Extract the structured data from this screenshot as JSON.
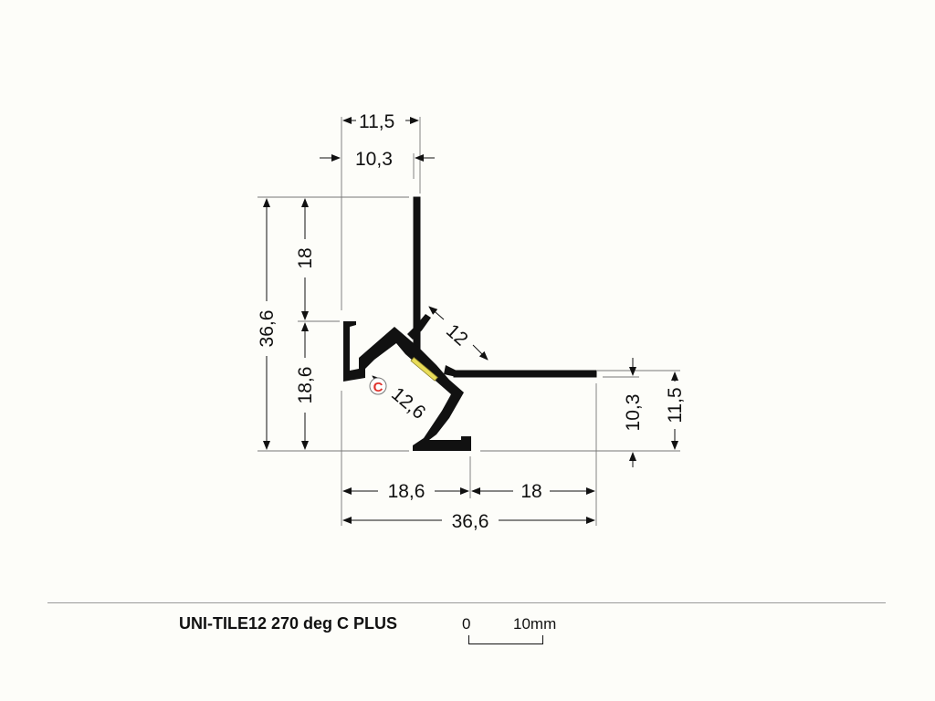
{
  "dimensions": {
    "top_outer": "11,5",
    "top_inner": "10,3",
    "left_total": "36,6",
    "left_upper": "18",
    "left_lower": "18,6",
    "diag_width": "12",
    "diag_marker": "12,6",
    "right_inner": "10,3",
    "right_outer": "11,5",
    "bottom_left": "18,6",
    "bottom_right": "18",
    "bottom_total": "36,6"
  },
  "marker": {
    "letter": "C",
    "color": "#e0322c"
  },
  "footer": {
    "product_title": "UNI-TILE12 270 deg C PLUS",
    "scale_zero": "0",
    "scale_ten": "10mm"
  },
  "colors": {
    "profile": "#111111",
    "led_strip": "#e8dc59",
    "background": "#fdfdf9"
  }
}
